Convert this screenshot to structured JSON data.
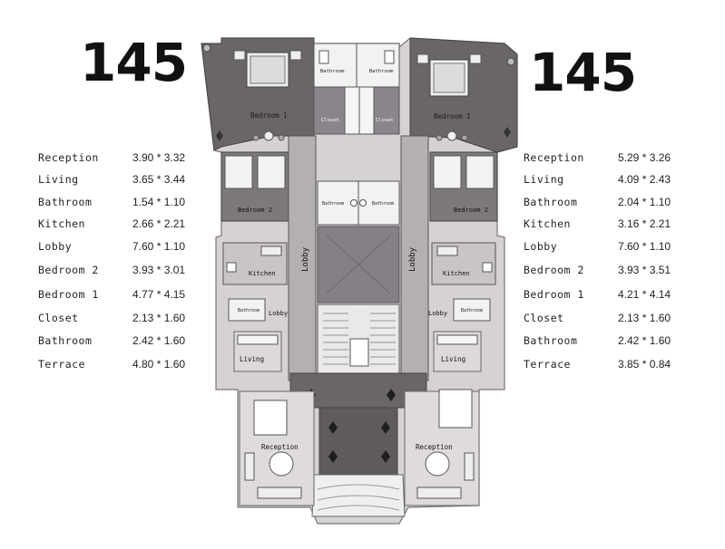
{
  "unit_area_left": "145",
  "unit_area_right": "145",
  "left_rooms": [
    {
      "name": "Reception",
      "dims": "3.90 * 3.32"
    },
    {
      "name": "Living",
      "dims": "3.65 * 3.44"
    },
    {
      "name": "Bathroom",
      "dims": "1.54 * 1.10"
    },
    {
      "name": "Kitchen",
      "dims": "2.66 * 2.21"
    },
    {
      "name": "Lobby",
      "dims": "7.60 * 1.10"
    },
    {
      "name": "Bedroom 2",
      "dims": "3.93 * 3.01"
    },
    {
      "name": "Bedroom 1",
      "dims": "4.77 * 4.15"
    },
    {
      "name": "Closet",
      "dims": "2.13 * 1.60"
    },
    {
      "name": "Bathroom",
      "dims": "2.42 * 1.60"
    },
    {
      "name": "Terrace",
      "dims": "4.80 * 1.60"
    }
  ],
  "right_rooms": [
    {
      "name": "Reception",
      "dims": "5.29 * 3.26"
    },
    {
      "name": "Living",
      "dims": "4.09 * 2.43"
    },
    {
      "name": "Bathroom",
      "dims": "2.04 * 1.10"
    },
    {
      "name": "Kitchen",
      "dims": "3.16 * 2.21"
    },
    {
      "name": "Lobby",
      "dims": "7.60 * 1.10"
    },
    {
      "name": "Bedroom 2",
      "dims": "3.93 * 3.51"
    },
    {
      "name": "Bedroom 1",
      "dims": "4.21 * 4.14"
    },
    {
      "name": "Closet",
      "dims": "2.13 * 1.60"
    },
    {
      "name": "Bathroom",
      "dims": "2.42 * 1.60"
    },
    {
      "name": "Terrace",
      "dims": "3.85 * 0.84"
    }
  ],
  "plan_labels": {
    "bedroom1_left": "Bedroom 1",
    "bedroom1_right": "Bedroom 1",
    "bathroom_tl": "Bathroom",
    "bathroom_tr": "Bathroom",
    "closet_left": "Closet",
    "closet_right": "Closet",
    "bedroom2_left": "Bedroom 2",
    "bedroom2_right": "Bedroom 2",
    "bathroom_ml": "Bathroom",
    "bathroom_mr": "Bathroom",
    "lobby_left": "Lobby",
    "lobby_right": "Lobby",
    "kitchen_left": "Kitchen",
    "kitchen_right": "Kitchen",
    "bathroom_sl": "Bathroom",
    "bathroom_sr": "Bathroom",
    "lobby_small_left": "Lobby",
    "lobby_small_right": "Lobby",
    "living_left": "Living",
    "living_right": "Living",
    "reception_left": "Reception",
    "reception_right": "Reception"
  }
}
